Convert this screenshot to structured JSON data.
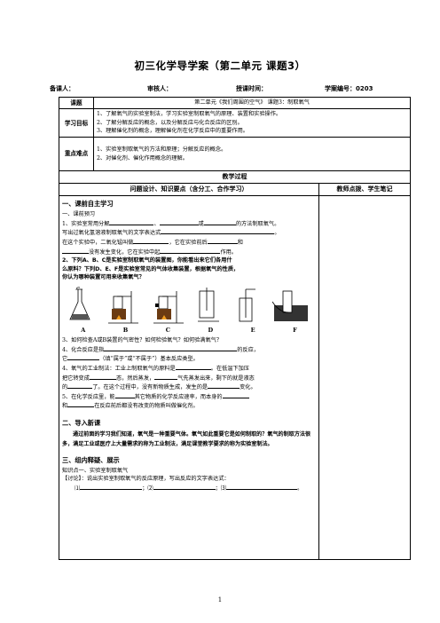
{
  "title": "初三化学导学案（第二单元  课题3）",
  "meta": {
    "preparer_label": "备课人：",
    "reviewer_label": "审核人：",
    "time_label": "授课时间：",
    "number_label": "学案编号：0203"
  },
  "rows": {
    "topic_label": "课题",
    "topic_value": "第二单元《我们周围的空气》    课题3：制取氧气",
    "goals_label": "学习目标",
    "goals": [
      "1、了解氧气的实验室制法，学习实验室制取氧气的原理、装置和实验操作。",
      "2、了解分解反应的概念，以及分解反应与化合反应的区别。",
      "3、理解催化剂的概念，理解催化剂在化学反应中的重要作用。"
    ],
    "key_label": "重点难点",
    "keys": [
      "1、实验室制取氧气的方法和原理；分解反应的概念。",
      "2、对催化剂、催化作用概念的理解。"
    ],
    "process_label": "教学过程",
    "col_left": "问题设计、知识要点（含分工、合作学习）",
    "col_right": "教师点拨、学生笔记"
  },
  "section1": {
    "heading": "一、课前自主学习",
    "sub": "一、课前预习",
    "q1a": "1、实验室常用分解",
    "q1b": "、",
    "q1c": "或",
    "q1d": "的方法制取氧气。",
    "q1e": "写出过氧化氢溶液制取氧气的文字表达式",
    "q1f": "。",
    "q1g": "在这个实验中，二氧化锰叫做",
    "q1h": "，它在实验前后",
    "q1i": "和",
    "q1j": "没有发生变化，它在实验中起",
    "q1k": "作用。",
    "q2a": "2、下列A、B、C是实验室制取氧气的装置图，你能看出来它们各用什",
    "q2b": "么原料？下列D、E、F是实验室常见的气体收集装置，根据氧气的性质，",
    "q2c": "你认为哪种装置可用来收集氧气？",
    "apparatus": [
      "A",
      "B",
      "C",
      "D",
      "E",
      "F"
    ],
    "q3": "3、如何检查A或B装置的气密性？如何检验氧气？如何验满氧气？",
    "q4a": "4、化合反应是指",
    "q4b": "的反应，",
    "q4c": "它",
    "q4d": "（填“属于”或“不属于”）基本反应类型。",
    "q5a": "4、氧气的工业制法：工业上制取氧气的原料是",
    "q5b": "。在低温下加压",
    "q5c": "把它转变成",
    "q5d": "态，然后蒸发，",
    "q5e": "气先蒸发出来，剩下的就是液态",
    "q5f": "的",
    "q5g": "了。在这个过程中，没有新物质生成，发生的是",
    "q5h": "变化。",
    "q6a": "5、在化学反应里，能",
    "q6b": "其它物质的化学反应速率，而本身的",
    "q6c": "和",
    "q6d": "在反应前后都没有改变的物质叫做催化剂。"
  },
  "section2": {
    "heading": "二、导入新课",
    "text": "通过前面的学习我们知道，氧气是一种重要气体。氧气如此重要它是如何制取的？氧气的制取方法很多，满足工业或医疗上大量需求的称为工业制法，满足课堂教学要求的称为实验室制法。"
  },
  "section3": {
    "heading": "三、组内释疑、展示",
    "point": "知识点一、实验室制取氧气",
    "discuss": "【讨论】：说出实验室制取氧气的反应原理，写出反应的文字表达式：",
    "blanks": [
      "⑴",
      "；⑵",
      "；⑶",
      "。"
    ]
  },
  "page_number": "1"
}
